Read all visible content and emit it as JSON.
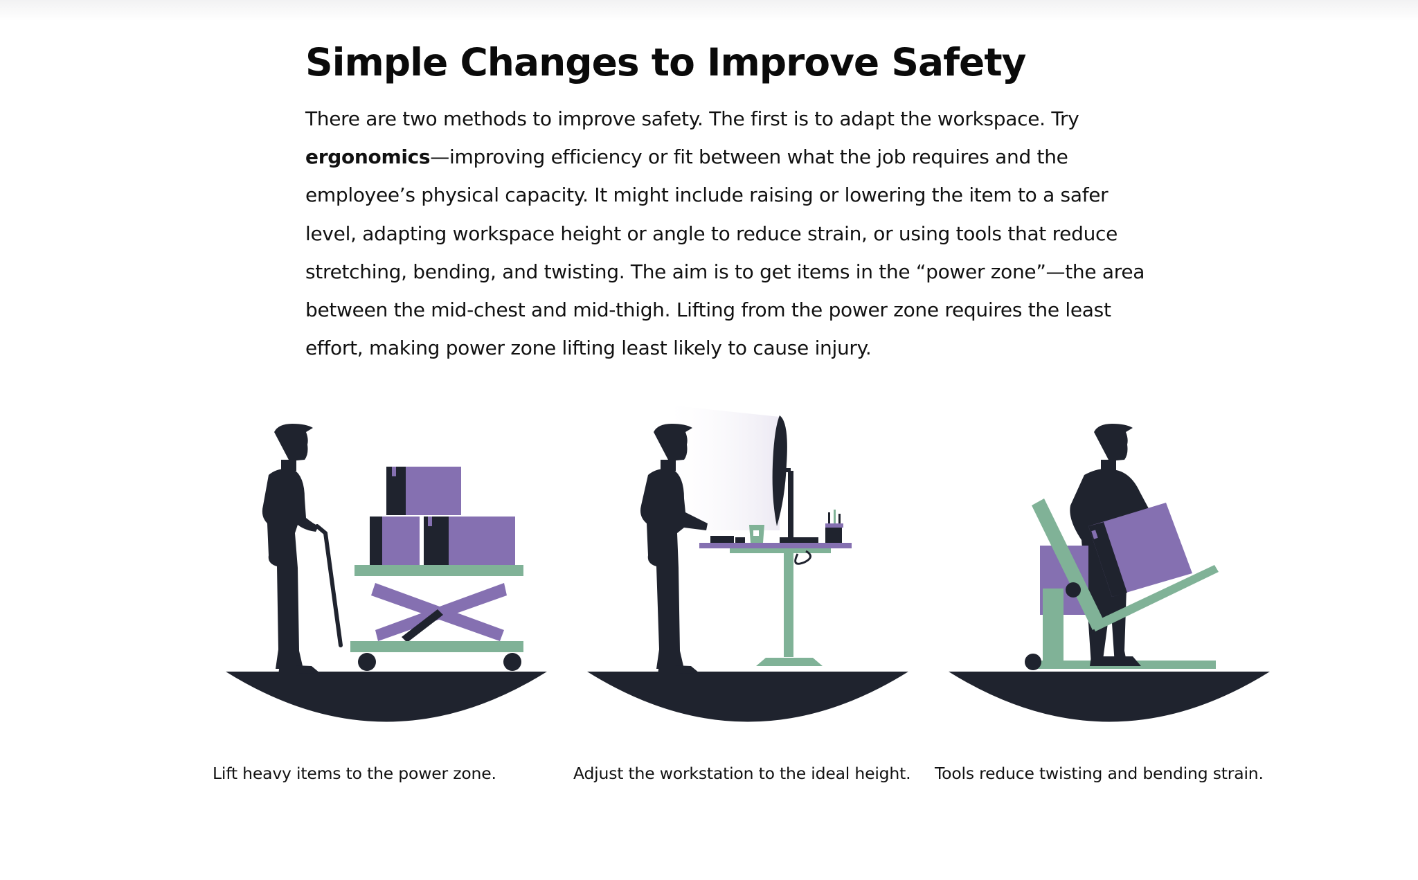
{
  "article": {
    "title": "Simple Changes to Improve Safety",
    "para_intro": "There are two methods to improve safety. The first is to adapt the workspace. Try ",
    "para_term": "ergonomics",
    "para_rest": "—improving efficiency or fit between what the job requires and the employee’s physical capacity. It might include raising or lowering the item to a safer level, adapting workspace height or angle to reduce strain, or using tools that reduce stretching, bending, and twisting. The aim is to get items in the “power zone”—the area between the mid-chest and mid-thigh. Lifting from the power zone requires the least effort, making power zone lifting least likely to cause injury."
  },
  "figures": [
    {
      "caption": "Lift heavy items to the power zone.",
      "icon": "lift-cart-illustration"
    },
    {
      "caption": "Adjust the workstation to the ideal height.",
      "icon": "standing-desk-illustration"
    },
    {
      "caption": "Tools reduce twisting and bending strain.",
      "icon": "hand-truck-illustration"
    }
  ],
  "colors": {
    "dark": "#1f232e",
    "purple": "#8570b1",
    "green": "#80b297",
    "text": "#111111"
  }
}
